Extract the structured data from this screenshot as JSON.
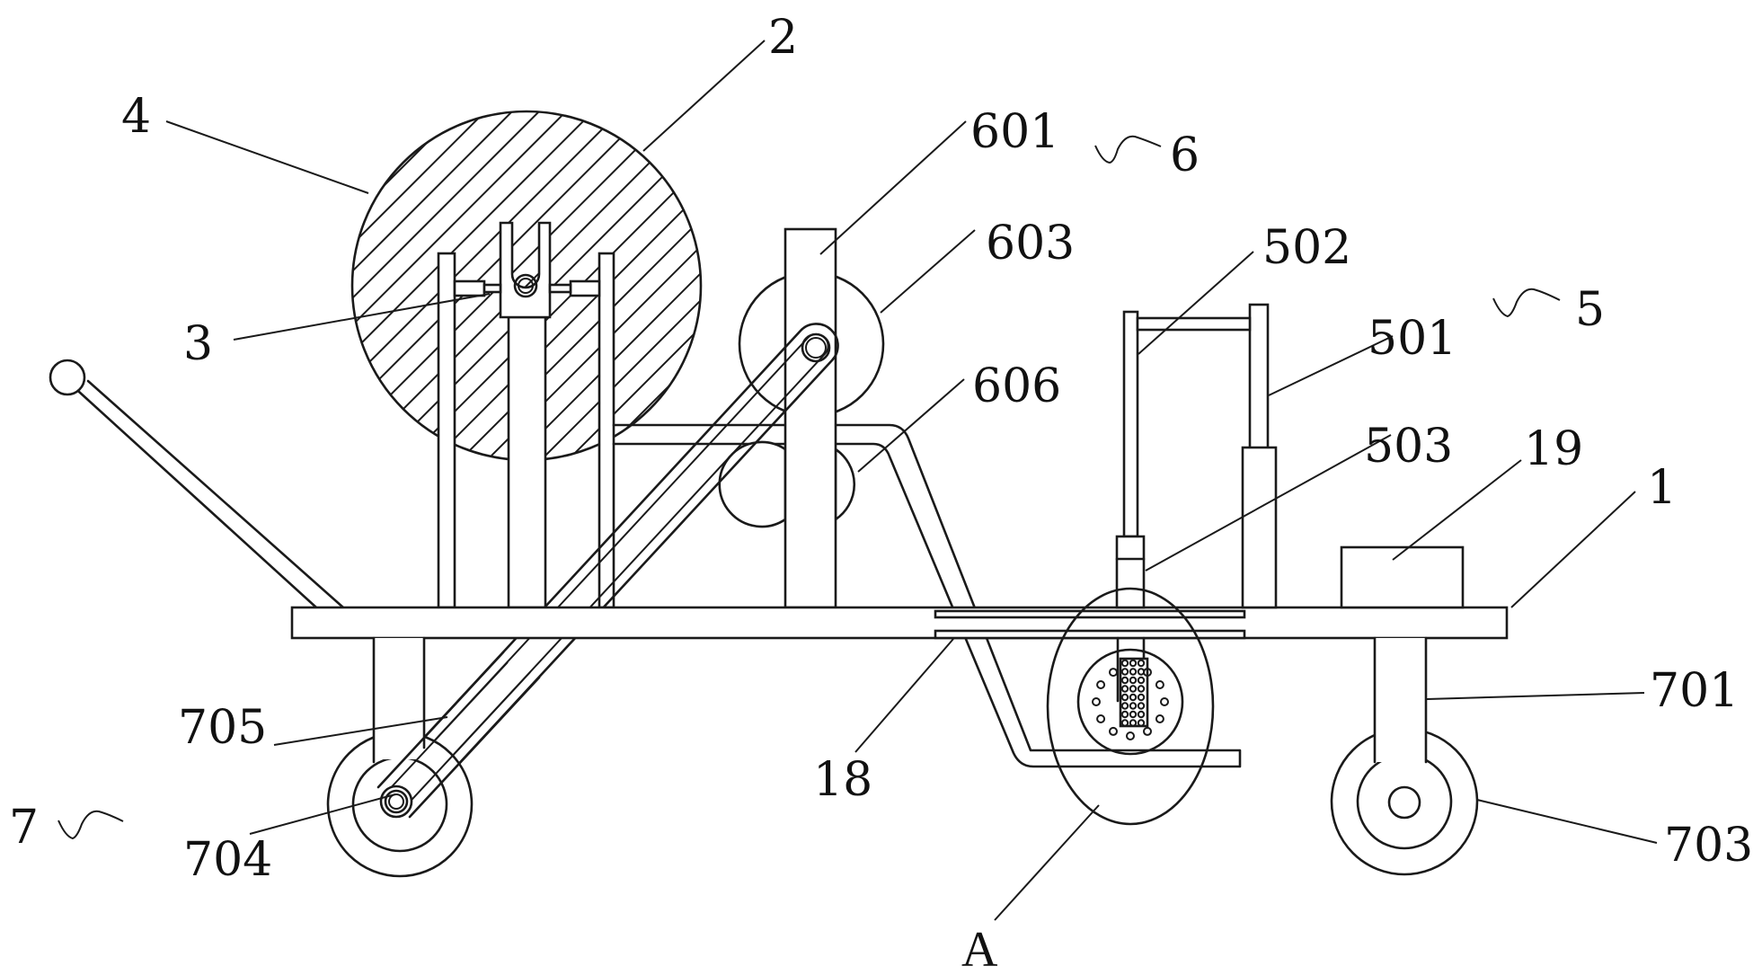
{
  "figure": {
    "type": "patent mechanical drawing (side view of wheeled cart)",
    "line_color": "#1a1a1a",
    "background": "#ffffff"
  },
  "callouts": [
    {
      "id": "c2",
      "text": "2",
      "part": "wire / belt guide"
    },
    {
      "id": "c4",
      "text": "4",
      "part": "cable reel"
    },
    {
      "id": "c601",
      "text": "601",
      "part": "support column"
    },
    {
      "id": "c6",
      "text": "6",
      "part": "tensioning assembly",
      "group": true
    },
    {
      "id": "c603",
      "text": "603",
      "part": "upper pulley"
    },
    {
      "id": "c502",
      "text": "502",
      "part": "cross bar"
    },
    {
      "id": "c5",
      "text": "5",
      "part": "lifting assembly",
      "group": true
    },
    {
      "id": "c501",
      "text": "501",
      "part": "hydraulic cylinder"
    },
    {
      "id": "c3",
      "text": "3",
      "part": "reel axle"
    },
    {
      "id": "c606",
      "text": "606",
      "part": "lower pulley"
    },
    {
      "id": "c503",
      "text": "503",
      "part": "piston rod"
    },
    {
      "id": "c19",
      "text": "19",
      "part": "control box"
    },
    {
      "id": "c1",
      "text": "1",
      "part": "platform base"
    },
    {
      "id": "c701",
      "text": "701",
      "part": "wheel leg"
    },
    {
      "id": "c705",
      "text": "705",
      "part": "drive belt"
    },
    {
      "id": "c18",
      "text": "18",
      "part": "guide plate"
    },
    {
      "id": "c7",
      "text": "7",
      "part": "walking assembly",
      "group": true
    },
    {
      "id": "c704",
      "text": "704",
      "part": "drive wheel hub"
    },
    {
      "id": "c703",
      "text": "703",
      "part": "rear wheel"
    },
    {
      "id": "cA",
      "text": "A",
      "part": "detail view A"
    }
  ]
}
